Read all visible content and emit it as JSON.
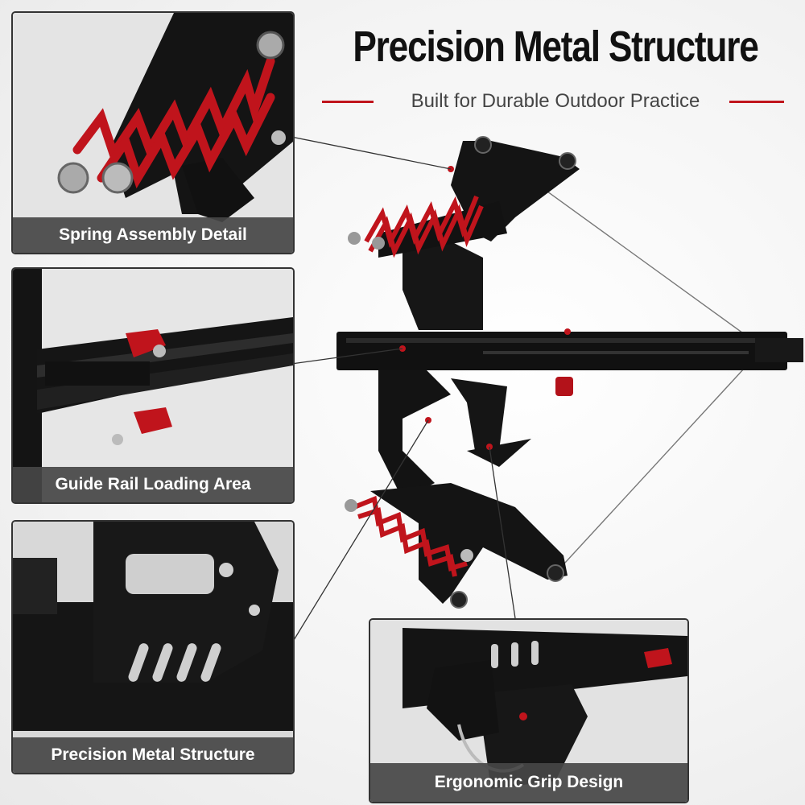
{
  "header": {
    "title": "Precision Metal Structure",
    "subtitle": "Built for Durable Outdoor Practice",
    "accent_color": "#c0141c"
  },
  "panels": [
    {
      "caption": "Spring Assembly Detail",
      "subject": "red coil springs on black metal frame"
    },
    {
      "caption": "Guide Rail Loading Area",
      "subject": "black guide rail with red roller guides"
    },
    {
      "caption": "Precision Metal Structure",
      "subject": "black machined metal frame plate"
    },
    {
      "caption": "Ergonomic Grip Design",
      "subject": "black grip with silver trigger guard"
    }
  ],
  "colors": {
    "metal": "#141414",
    "spring": "#c0141c",
    "caption_bg": "#464646",
    "callout_line": "#333333"
  }
}
